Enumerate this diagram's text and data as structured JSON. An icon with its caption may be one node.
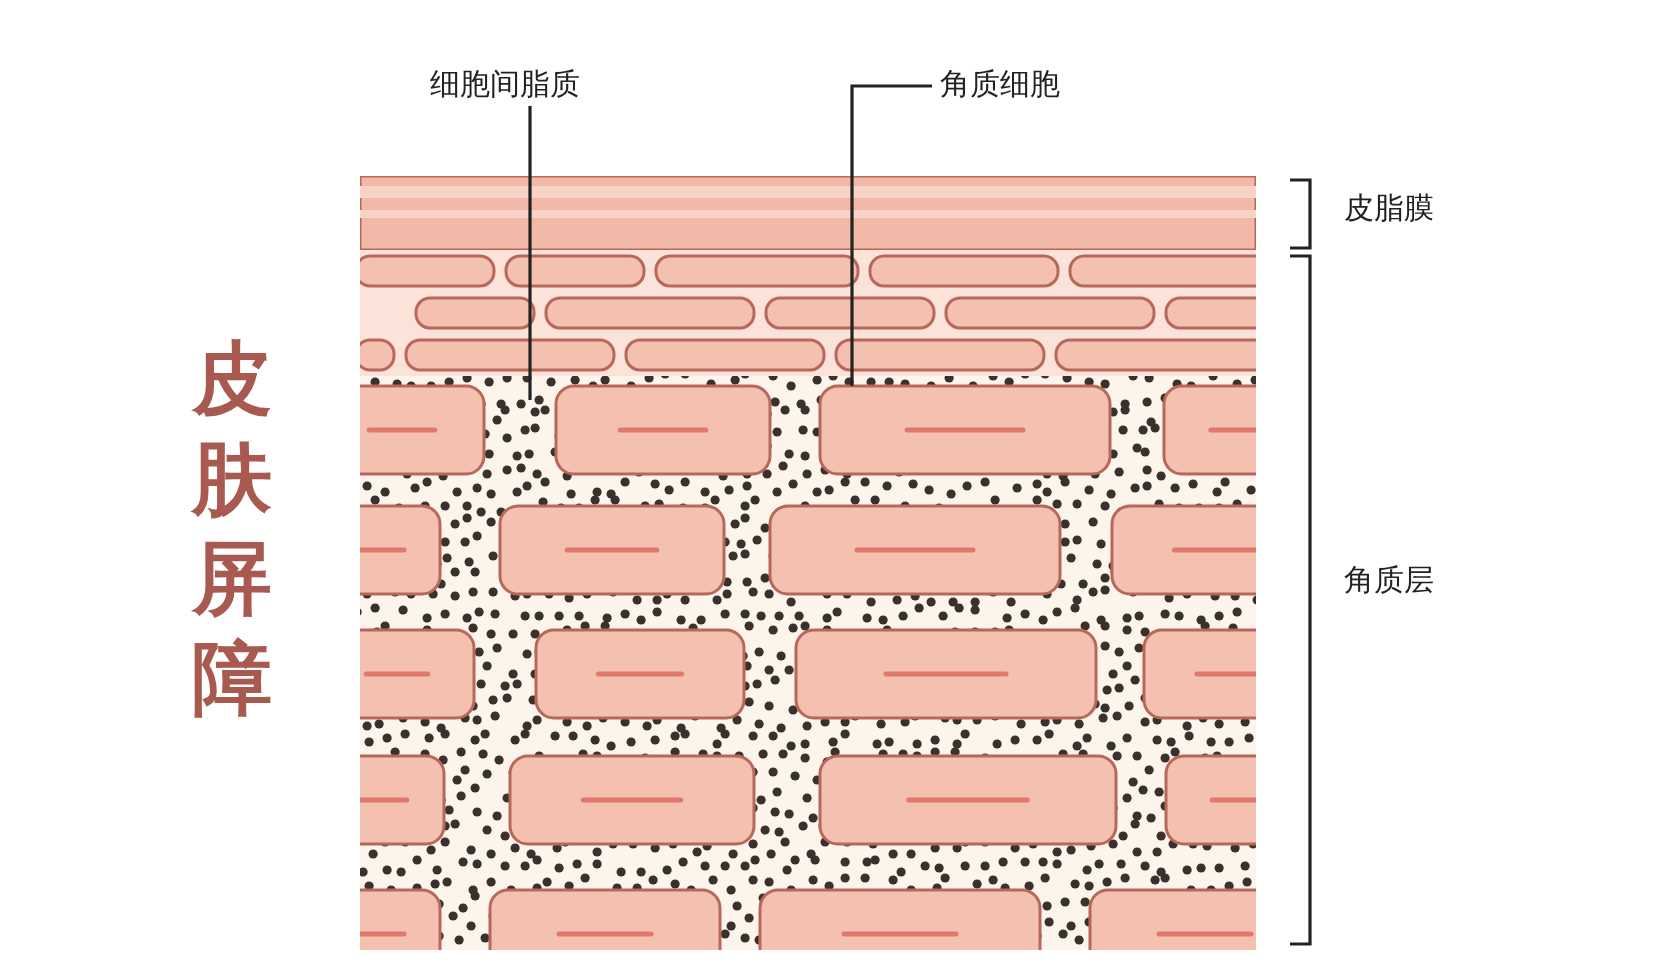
{
  "diagram": {
    "title": "皮肤屏障",
    "nodes": [
      {
        "text": [
          "细胞间脂质"
        ]
      },
      {
        "text": [
          "角质细胞"
        ]
      },
      {
        "text": [],
        "shape": "box"
      }
    ],
    "edges": [
      {
        "from": 0,
        "to": null,
        "arrow": "none"
      },
      {
        "from": 1,
        "to": 2,
        "arrow": "none"
      }
    ],
    "labels": [
      "皮脂膜",
      "角质层"
    ]
  }
}
